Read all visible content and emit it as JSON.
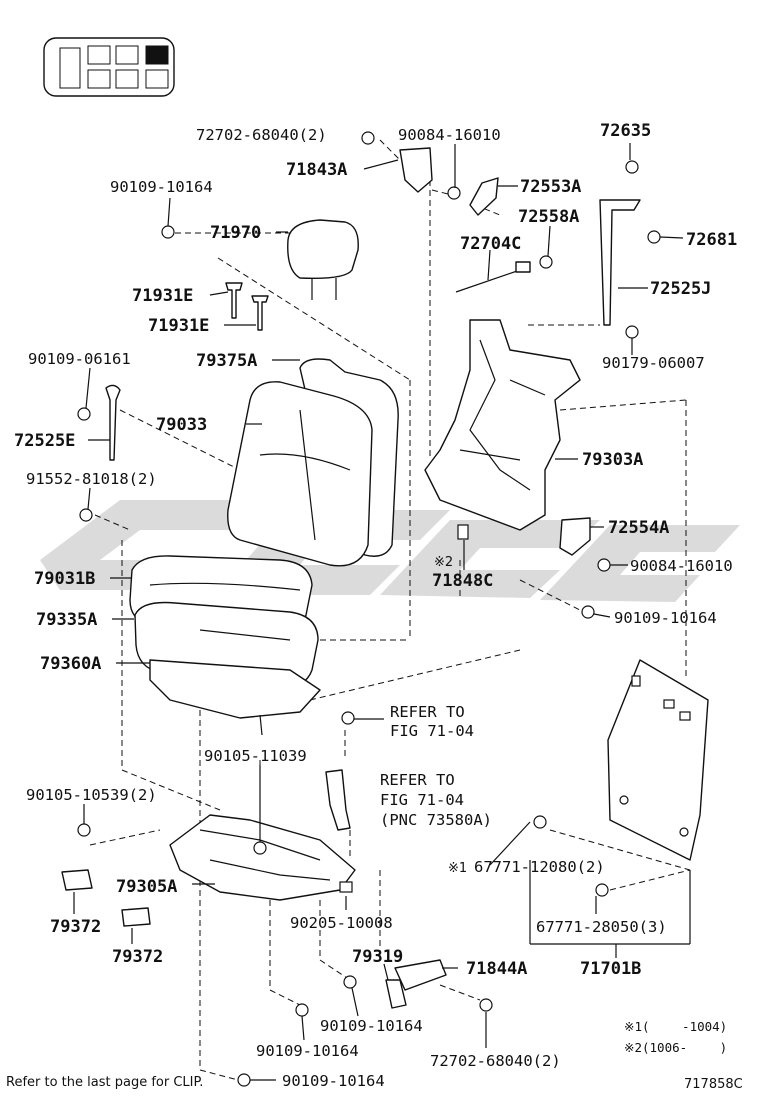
{
  "labels": {
    "p72702_top": "72702-68040(2)",
    "p90084_top": "90084-16010",
    "p72635": "72635",
    "p71843A": "71843A",
    "p72553A": "72553A",
    "p90109_10164_a": "90109-10164",
    "p72558A": "72558A",
    "p71970": "71970",
    "p72681": "72681",
    "p72704C": "72704C",
    "p71931E_a": "71931E",
    "p72525J": "72525J",
    "p71931E_b": "71931E",
    "p90109_06161": "90109-06161",
    "p90179_06007": "90179-06007",
    "p79375A": "79375A",
    "p79033": "79033",
    "p72525E": "72525E",
    "p79303A": "79303A",
    "p91552": "91552-81018(2)",
    "p72554A": "72554A",
    "note2_a": "※2",
    "p90084_mid": "90084-16010",
    "p79031B": "79031B",
    "p71848C": "71848C",
    "p90109_10164_b": "90109-10164",
    "p79335A": "79335A",
    "p79360A": "79360A",
    "refer1_a": "REFER TO",
    "refer1_b": "FIG 71-04",
    "p90105_11039": "90105-11039",
    "refer2_a": "REFER TO",
    "refer2_b": "FIG 71-04",
    "refer2_c": "(PNC 73580A)",
    "p90105_10539": "90105-10539(2)",
    "note1_a": "※1",
    "p67771_12080": "67771-12080(2)",
    "p79305A": "79305A",
    "p79372_a": "79372",
    "p90205": "90205-10008",
    "p67771_28050": "67771-28050(3)",
    "p79372_b": "79372",
    "p79319": "79319",
    "p71844A": "71844A",
    "p71701B": "71701B",
    "p90109_10164_c": "90109-10164",
    "p90109_10164_d": "90109-10164",
    "p72702_bottom": "72702-68040(2)",
    "note1_full": "※1(　　 -1004)",
    "note2_full": "※2(1006-　　 )",
    "p90109_10164_e": "90109-10164",
    "footer": "Refer to the last page for CLIP.",
    "diagram_code": "717858C"
  },
  "colors": {
    "line": "#111111",
    "watermark": "#bdbdbd",
    "highlight_seat": "#111111"
  }
}
